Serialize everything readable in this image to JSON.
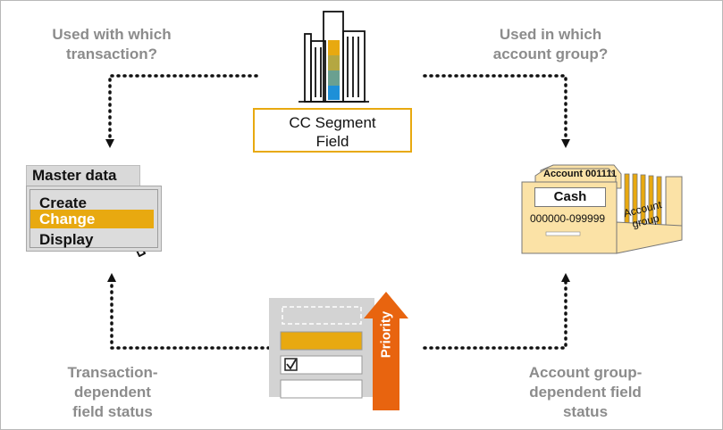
{
  "top_left_label": [
    "Used with which",
    "transaction?"
  ],
  "top_right_label": [
    "Used in which",
    "account group?"
  ],
  "bottom_left_label": [
    "Transaction-",
    "dependent",
    "field status"
  ],
  "bottom_right_label": [
    "Account group-",
    "dependent field",
    "status"
  ],
  "segment_box": [
    "CC Segment",
    "Field"
  ],
  "master_data": {
    "title": "Master data",
    "items": [
      "Create",
      "Change",
      "Display"
    ],
    "selected": "Change"
  },
  "account_group": {
    "card_title": "Account 001111",
    "name": "Cash",
    "range": "000000-099999",
    "group_label": [
      "Account",
      "group"
    ]
  },
  "priority": "Priority",
  "colors": {
    "accent_yellow": "#e8a910",
    "priority_orange": "#e8640f",
    "label_gray": "#8c8c8c"
  }
}
